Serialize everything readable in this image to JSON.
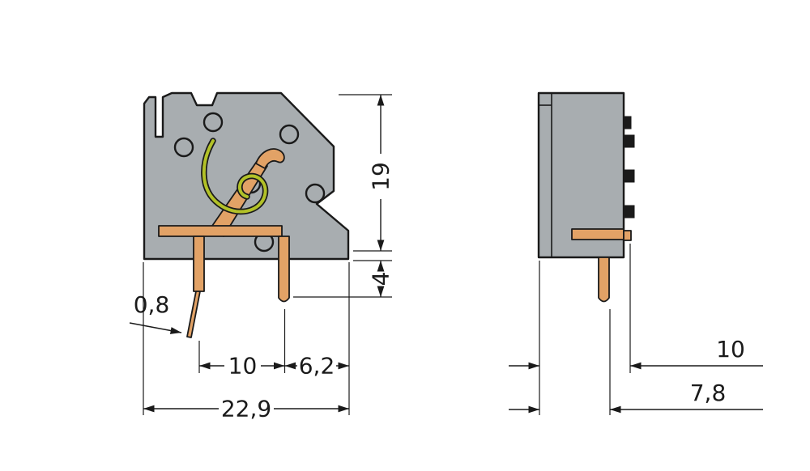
{
  "drawing": {
    "colors": {
      "housing": "#a8adb0",
      "copper": "#e2a266",
      "spring": "#b2c128",
      "line": "#1a1a1a",
      "background": "#ffffff"
    },
    "dimensions": {
      "front_view": {
        "total_height": "19",
        "pin_protrusion": "4",
        "pin_thickness": "0,8",
        "pin_pitch": "10",
        "pin_edge_offset": "6,2",
        "total_width": "22,9"
      },
      "side_view": {
        "depth_total": "10",
        "depth_body": "7,8"
      }
    }
  }
}
